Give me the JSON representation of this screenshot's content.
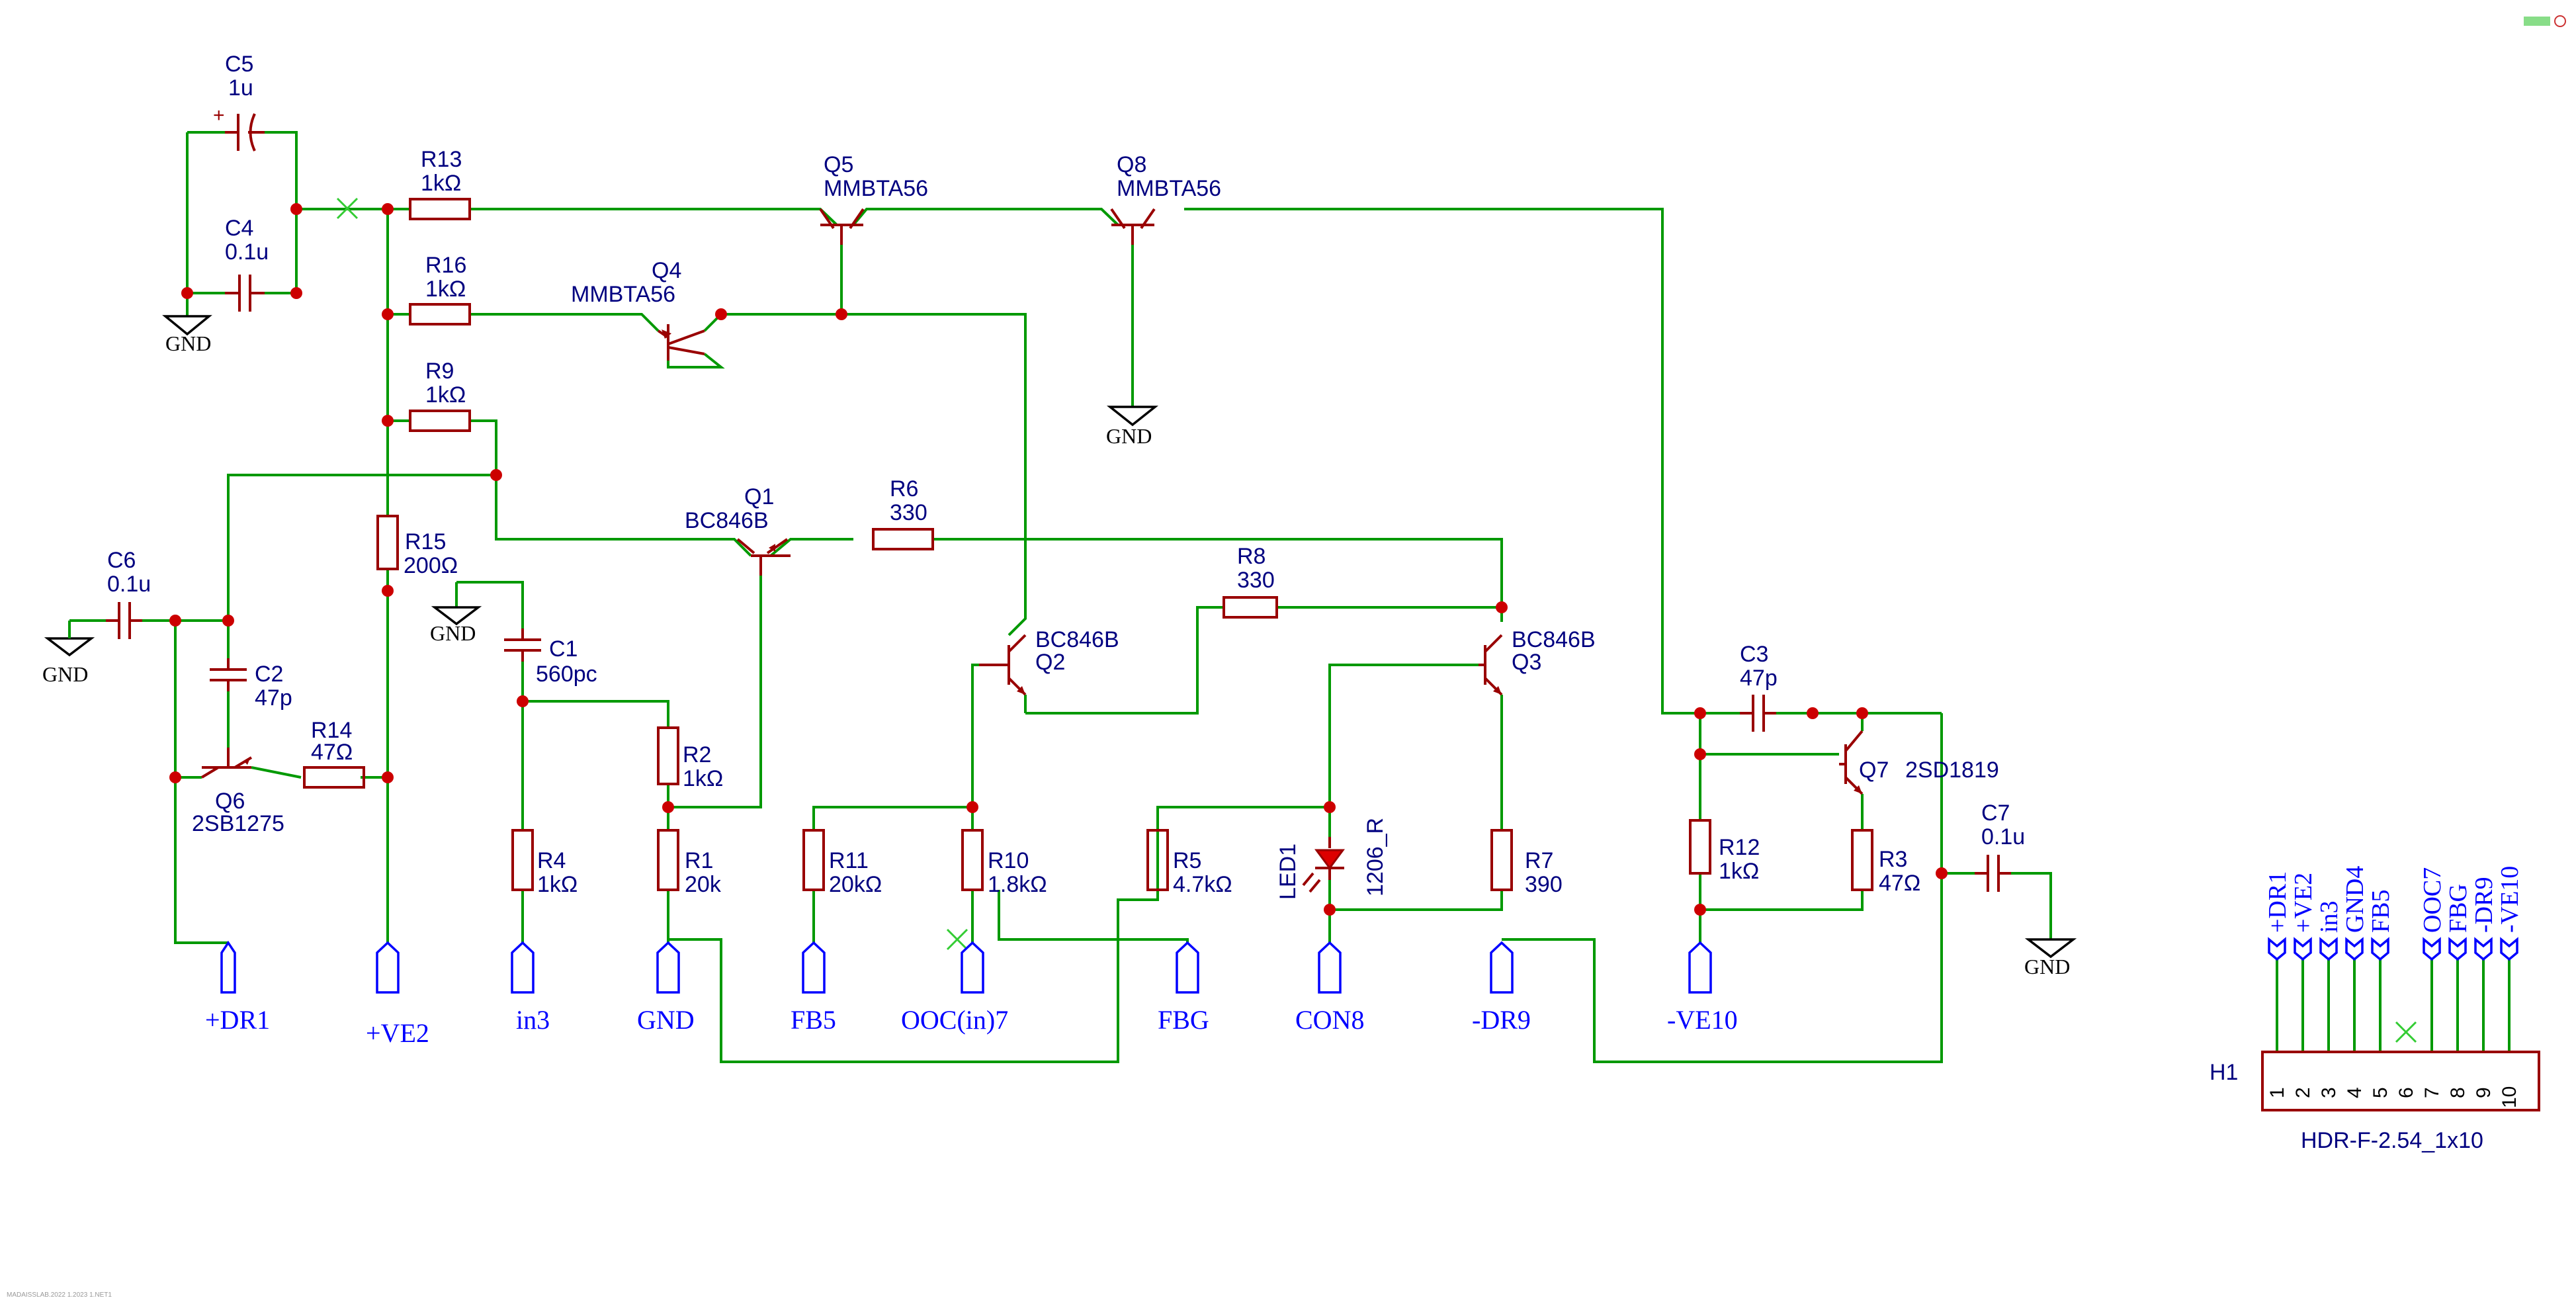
{
  "components": {
    "C5": {
      "ref": "C5",
      "value": "1u"
    },
    "C4": {
      "ref": "C4",
      "value": "0.1u"
    },
    "R13": {
      "ref": "R13",
      "value": "1kΩ"
    },
    "R16": {
      "ref": "R16",
      "value": "1kΩ"
    },
    "R9": {
      "ref": "R9",
      "value": "1kΩ"
    },
    "Q5": {
      "ref": "Q5",
      "value": "MMBTA56"
    },
    "Q8": {
      "ref": "Q8",
      "value": "MMBTA56"
    },
    "Q4": {
      "ref": "Q4",
      "value": "MMBTA56"
    },
    "Q1": {
      "ref": "Q1",
      "value": "BC846B"
    },
    "R6": {
      "ref": "R6",
      "value": "330"
    },
    "R8": {
      "ref": "R8",
      "value": "330"
    },
    "R15": {
      "ref": "R15",
      "value": "200Ω"
    },
    "C6": {
      "ref": "C6",
      "value": "0.1u"
    },
    "C2": {
      "ref": "C2",
      "value": "47p"
    },
    "R14": {
      "ref": "R14",
      "value": "47Ω"
    },
    "Q6": {
      "ref": "Q6",
      "value": "2SB1275"
    },
    "C1": {
      "ref": "C1",
      "value": "560pc"
    },
    "R2": {
      "ref": "R2",
      "value": "1kΩ"
    },
    "R4": {
      "ref": "R4",
      "value": "1kΩ"
    },
    "R1": {
      "ref": "R1",
      "value": "20k"
    },
    "Q2": {
      "ref": "Q2",
      "value": "BC846B"
    },
    "Q3": {
      "ref": "Q3",
      "value": "BC846B"
    },
    "R11": {
      "ref": "R11",
      "value": "20kΩ"
    },
    "R10": {
      "ref": "R10",
      "value": "1.8kΩ"
    },
    "R5": {
      "ref": "R5",
      "value": "4.7kΩ"
    },
    "LED1": {
      "ref": "LED1",
      "value": "1206_R"
    },
    "R7": {
      "ref": "R7",
      "value": "390"
    },
    "C3": {
      "ref": "C3",
      "value": "47p"
    },
    "Q7": {
      "ref": "Q7",
      "value": "2SD1819"
    },
    "R12": {
      "ref": "R12",
      "value": "1kΩ"
    },
    "R3": {
      "ref": "R3",
      "value": "47Ω"
    },
    "C7": {
      "ref": "C7",
      "value": "0.1u"
    }
  },
  "ground_label": "GND",
  "ports": [
    "+DR1",
    "+VE2",
    "in3",
    "GND",
    "FB5",
    "OOC(in)7",
    "FBG",
    "CON8",
    "-DR9",
    "-VE10"
  ],
  "header": {
    "ref": "H1",
    "part": "HDR-F-2.54_1x10",
    "pin_labels": [
      "+DR1",
      "+VE2",
      "in3",
      "GND4",
      "FB5",
      "OOC7",
      "FBG",
      "-DR9",
      "-VE10"
    ],
    "pin_numbers": [
      "1",
      "2",
      "3",
      "4",
      "5",
      "6",
      "7",
      "8",
      "9",
      "10"
    ]
  },
  "footer_text": "MADAISSLAB.2022 1.2023 1.NET1"
}
